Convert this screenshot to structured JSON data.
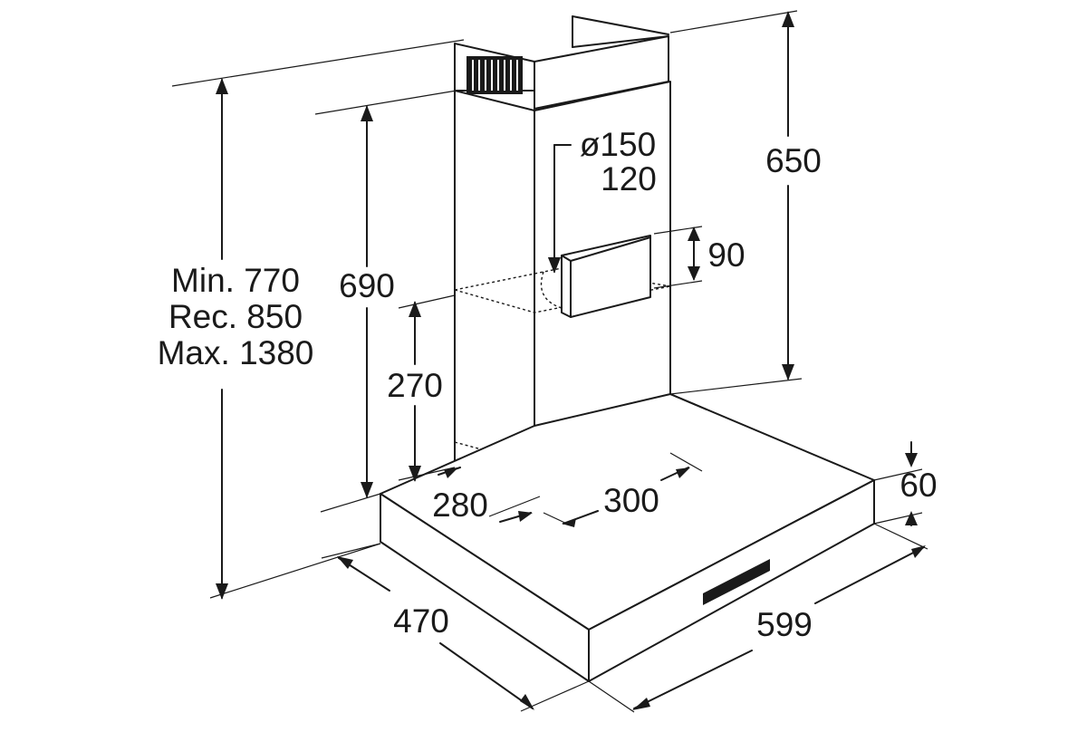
{
  "labels": {
    "height_range_min": "Min. 770",
    "height_range_rec": "Rec. 850",
    "height_range_max": "Max. 1380",
    "chimney_upper": "690",
    "chimney_lower": "270",
    "chimney_total": "650",
    "duct_diameter": "ø150",
    "duct_alt": "120",
    "outlet_height": "90",
    "chimney_depth": "280",
    "chimney_width": "300",
    "canopy_height": "60",
    "canopy_depth": "470",
    "canopy_width": "599"
  }
}
